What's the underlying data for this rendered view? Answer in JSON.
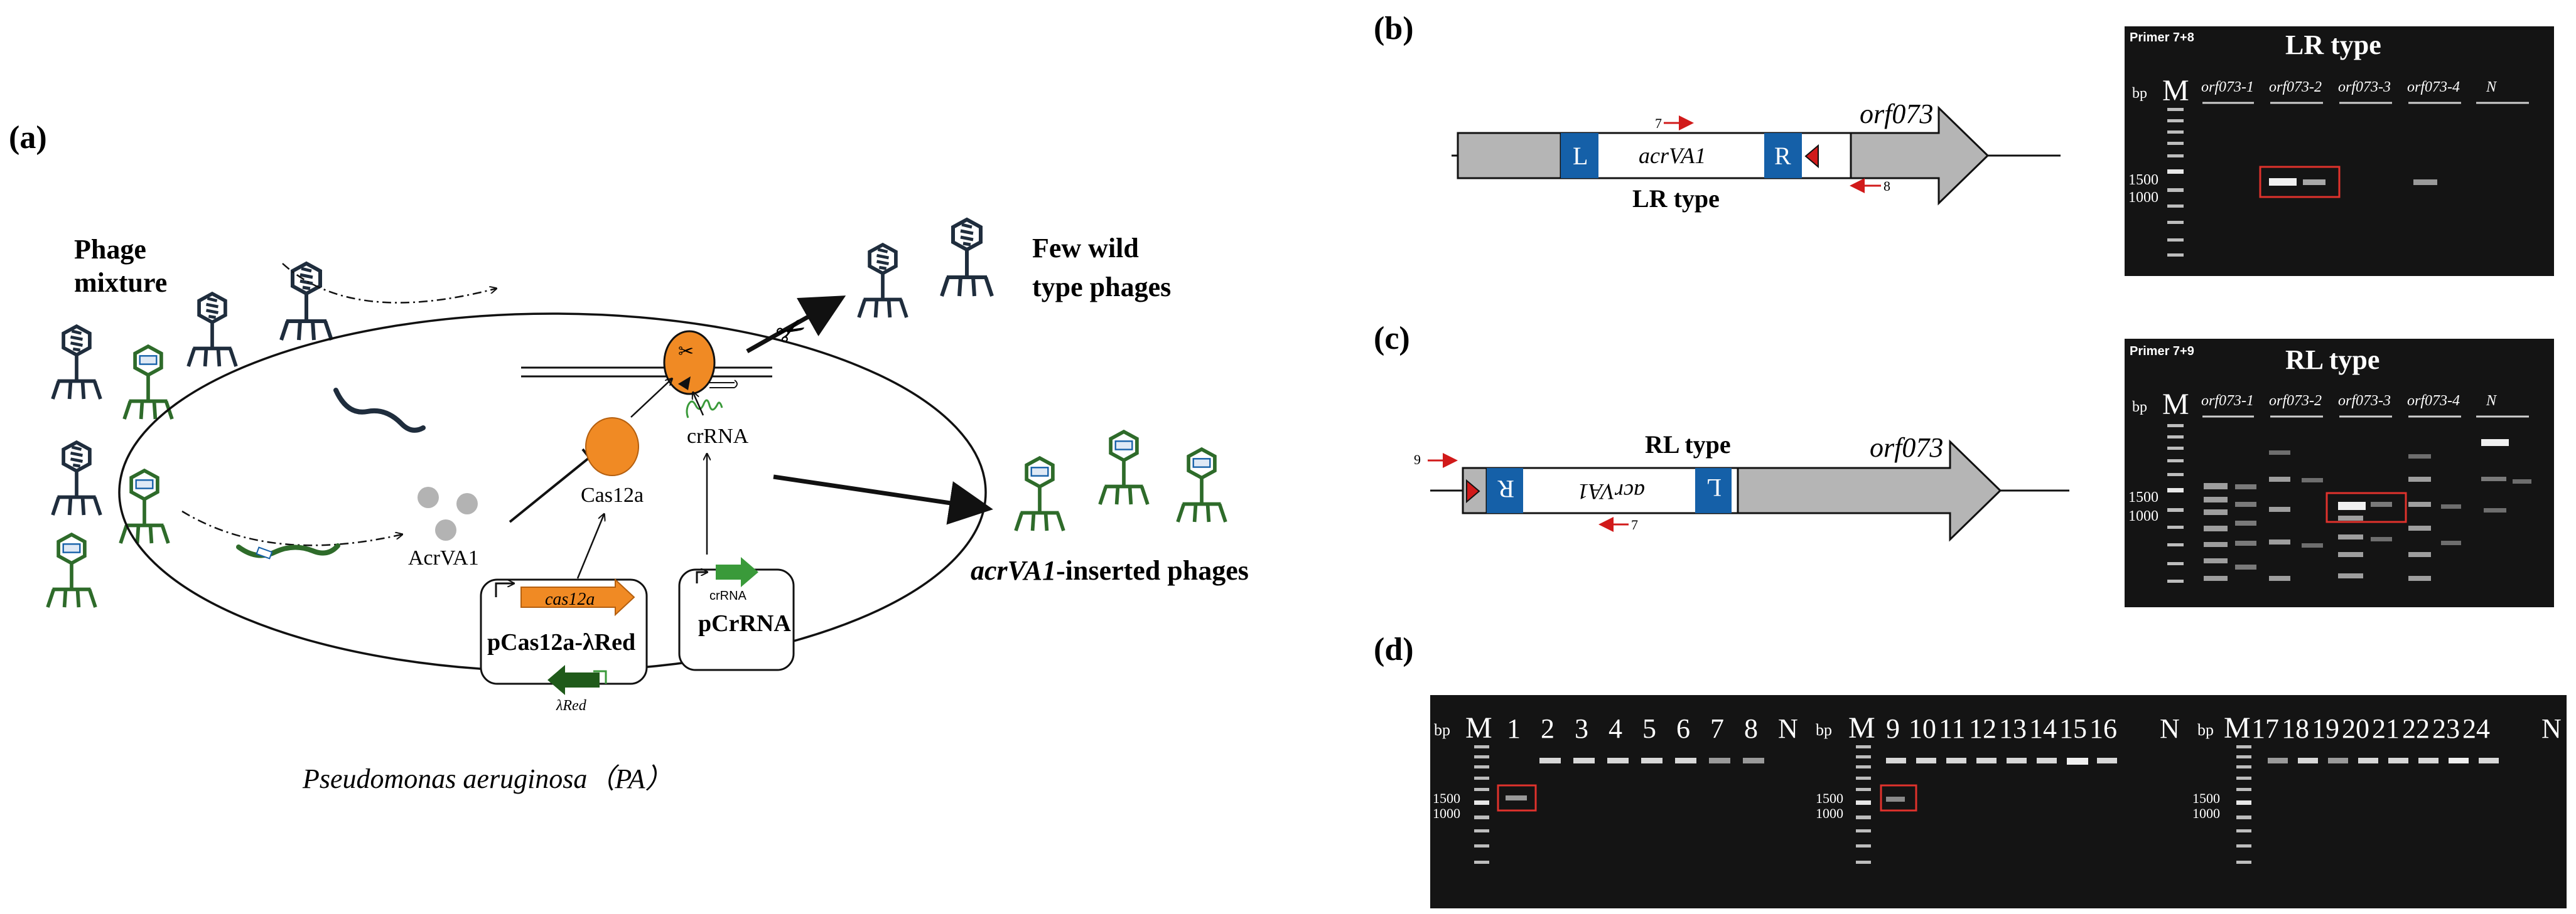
{
  "panel_a": {
    "label": "(a)",
    "phage_mixture": [
      "Phage",
      "mixture"
    ],
    "few_wild": [
      "Few wild",
      "type phages"
    ],
    "inserted_italic": "acrVA1",
    "inserted_rest": "-inserted phages",
    "acrva1": "AcrVA1",
    "cas12a": "Cas12a",
    "crrna": "crRNA",
    "cas12a_gene": "cas12a",
    "plasmid1": "pCas12a-λRed",
    "lambda_red": "λRed",
    "crrna_gene": "crRNA",
    "plasmid2": "pCrRNA",
    "host": "Pseudomonas aeruginosa（PA）"
  },
  "panel_b": {
    "label": "(b)",
    "primer_7": "7",
    "primer_8": "8",
    "L": "L",
    "insert": "acrVA1",
    "R": "R",
    "gene": "orf073",
    "type_label": "LR type",
    "gel_title": "LR type",
    "primer_text": "Primer 7+8",
    "bp": "bp",
    "marker": "M",
    "lanes": [
      "orf073-1",
      "orf073-2",
      "orf073-3",
      "orf073-4",
      "N"
    ],
    "ladder_1500": "1500",
    "ladder_1000": "1000"
  },
  "panel_c": {
    "label": "(c)",
    "primer_9": "9",
    "primer_7": "7",
    "R": "R",
    "insert": "acrVA1",
    "L": "L",
    "gene": "orf073",
    "type_label": "RL type",
    "gel_title": "RL type",
    "primer_text": "Primer 7+9",
    "bp": "bp",
    "marker": "M",
    "lanes": [
      "orf073-1",
      "orf073-2",
      "orf073-3",
      "orf073-4",
      "N"
    ],
    "ladder_1500": "1500",
    "ladder_1000": "1000"
  },
  "panel_d": {
    "label": "(d)",
    "gels": [
      {
        "bp": "bp",
        "marker": "M",
        "lanes": [
          "1",
          "2",
          "3",
          "4",
          "5",
          "6",
          "7",
          "8",
          "N"
        ],
        "ladder_1500": "1500",
        "ladder_1000": "1000"
      },
      {
        "bp": "bp",
        "marker": "M",
        "lanes": [
          "9",
          "10",
          "11",
          "12",
          "13",
          "14",
          "15",
          "16",
          "N"
        ],
        "ladder_1500": "1500",
        "ladder_1000": "1000"
      },
      {
        "bp": "bp",
        "marker": "M",
        "lanes": [
          "17",
          "18",
          "19",
          "20",
          "21",
          "22",
          "23",
          "24",
          "N"
        ],
        "ladder_1500": "1500",
        "ladder_1000": "1000"
      }
    ]
  },
  "colors": {
    "phage_dark": "#1f2d3d",
    "phage_green": "#2e6b2a",
    "cas12a_orange": "#f08a24",
    "crrna_green": "#3a9a3a",
    "block_blue": "#1560a8",
    "arrow_red": "#d11a1a",
    "gene_gray": "#b5b5b5",
    "gel_bg": "#141414",
    "highlight_box": "#e0322c"
  }
}
